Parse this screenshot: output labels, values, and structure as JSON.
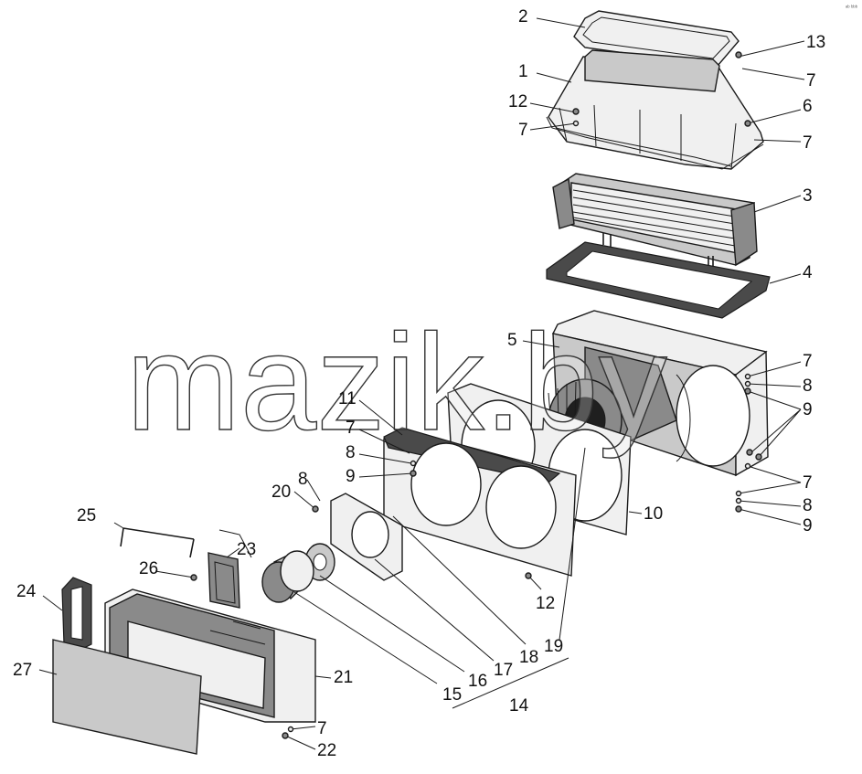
{
  "watermark": "mazik.by",
  "corner_mark": "ᵃᵇ ᵇᵇᵇ",
  "labels": {
    "l1": "1",
    "l2": "2",
    "l3": "3",
    "l4": "4",
    "l5": "5",
    "l6": "6",
    "l7a": "7",
    "l7b": "7",
    "l7c": "7",
    "l7d": "7",
    "l7e": "7",
    "l7f": "7",
    "l7g": "7",
    "l8a": "8",
    "l8b": "8",
    "l8c": "8",
    "l8d": "8",
    "l9a": "9",
    "l9b": "9",
    "l9c": "9",
    "l10": "10",
    "l11": "11",
    "l12a": "12",
    "l12b": "12",
    "l13": "13",
    "l14": "14",
    "l15": "15",
    "l16": "16",
    "l17": "17",
    "l18": "18",
    "l19": "19",
    "l20": "20",
    "l21": "21",
    "l22": "22",
    "l23": "23",
    "l24": "24",
    "l25": "25",
    "l26": "26",
    "l27": "27"
  }
}
